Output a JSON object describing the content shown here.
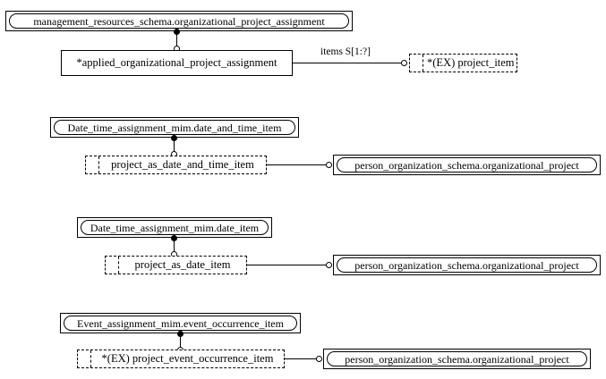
{
  "diagram": {
    "type": "express-g",
    "groups": [
      {
        "schema_box": "management_resources_schema.organizational_project_assignment",
        "entity_box": "*applied_organizational_project_assignment",
        "edge_label": "items S[1:?]",
        "target_box": "*(EX) project_item"
      },
      {
        "schema_box": "Date_time_assignment_mim.date_and_time_item",
        "select_box": "project_as_date_and_time_item",
        "target_box": "person_organization_schema.organizational_project"
      },
      {
        "schema_box": "Date_time_assignment_mim.date_item",
        "select_box": "project_as_date_item",
        "target_box": "person_organization_schema.organizational_project"
      },
      {
        "schema_box": "Event_assignment_mim.event_occurrence_item",
        "select_box": "*(EX) project_event_occurrence_item",
        "target_box": "person_organization_schema.organizational_project"
      }
    ]
  },
  "colors": {
    "line": "#000000",
    "background": "#ffffff"
  }
}
